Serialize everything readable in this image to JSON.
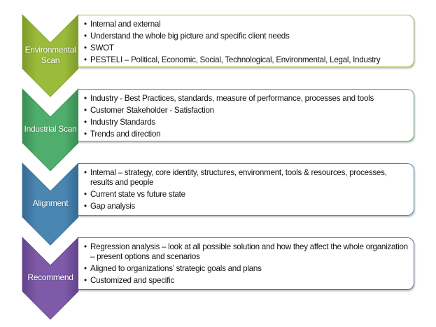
{
  "stages": [
    {
      "label": "Environmental Scan",
      "color": "#9bbb3b",
      "dark": "#7d9a2a",
      "bullets": [
        "Internal and external",
        "Understand the whole big picture and specific client needs",
        "SWOT",
        "PESTELI – Political, Economic, Social, Technological, Environmental, Legal, Industry"
      ]
    },
    {
      "label": "Industrial Scan",
      "color": "#4fae6b",
      "dark": "#3a8d53",
      "bullets": [
        "Industry - Best Practices, standards, measure of performance, processes and tools",
        "Customer  Stakeholder - Satisfaction",
        "Industry Standards",
        "Trends and direction"
      ]
    },
    {
      "label": "Alignment",
      "color": "#4a86b2",
      "dark": "#356a92",
      "bullets": [
        "Internal – strategy, core identity, structures, environment, tools & resources, processes, results and people",
        "Current state vs future state",
        "Gap analysis"
      ]
    },
    {
      "label": "Recommend",
      "color": "#7e5aa8",
      "dark": "#62438a",
      "bullets": [
        "Regression analysis – look at all possible solution and how they affect the whole organization – present options and scenarios",
        "Aligned to organizations’ strategic goals and plans",
        "Customized and specific"
      ]
    }
  ]
}
